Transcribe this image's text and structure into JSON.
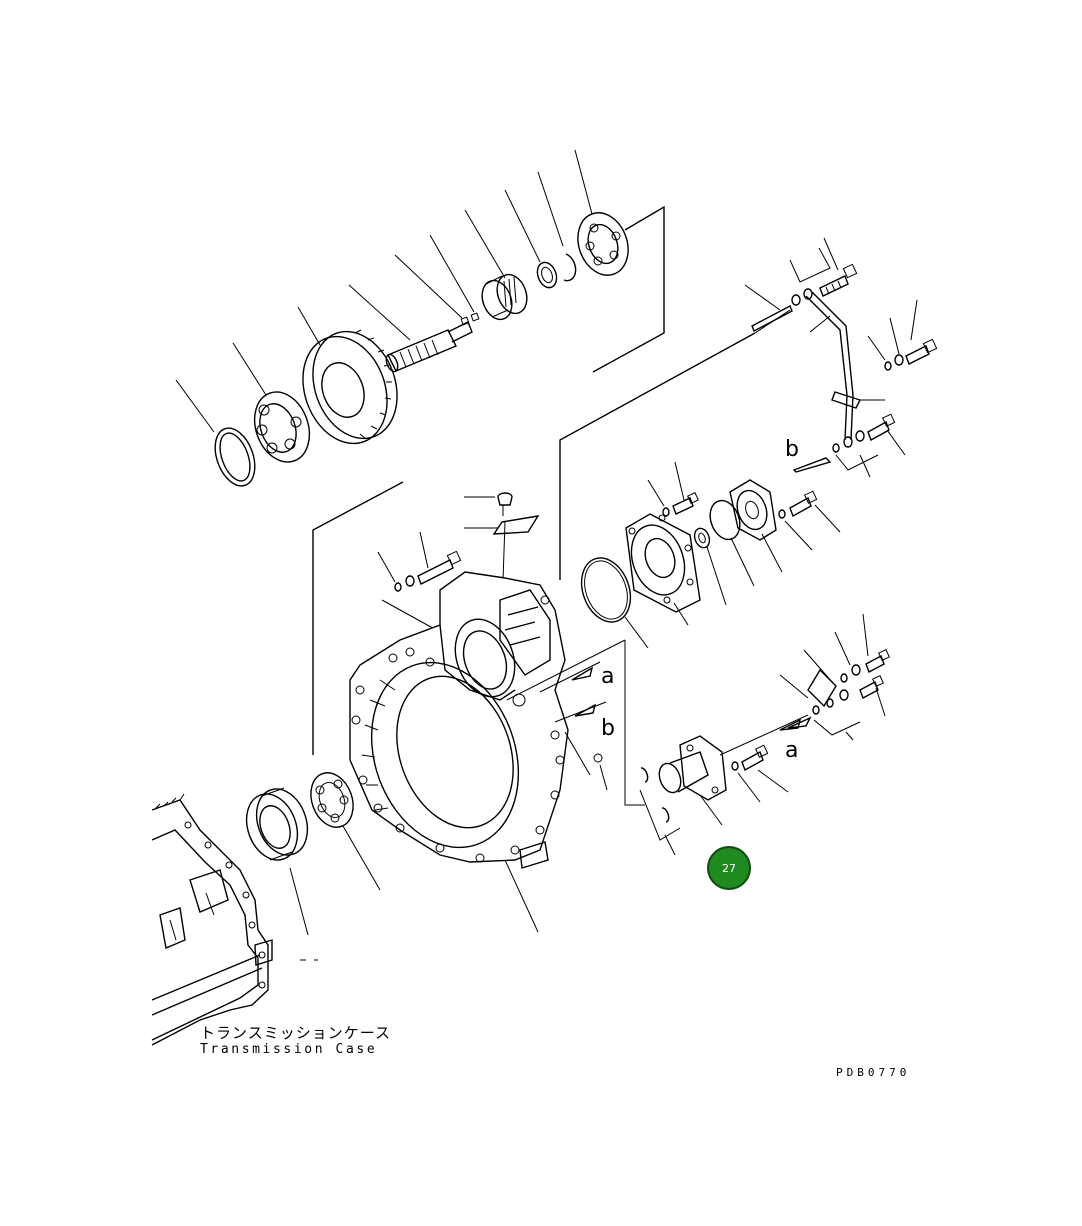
{
  "caption": {
    "jp": "トランスミッションケース",
    "en": "Transmission Case"
  },
  "drawing_code": "PDB0770",
  "reference_letters": {
    "a_top": "a",
    "b_top": "b",
    "b_right": "b",
    "a_right": "a"
  },
  "callout_badge": {
    "number": "27",
    "color": "#1f8a1f"
  }
}
